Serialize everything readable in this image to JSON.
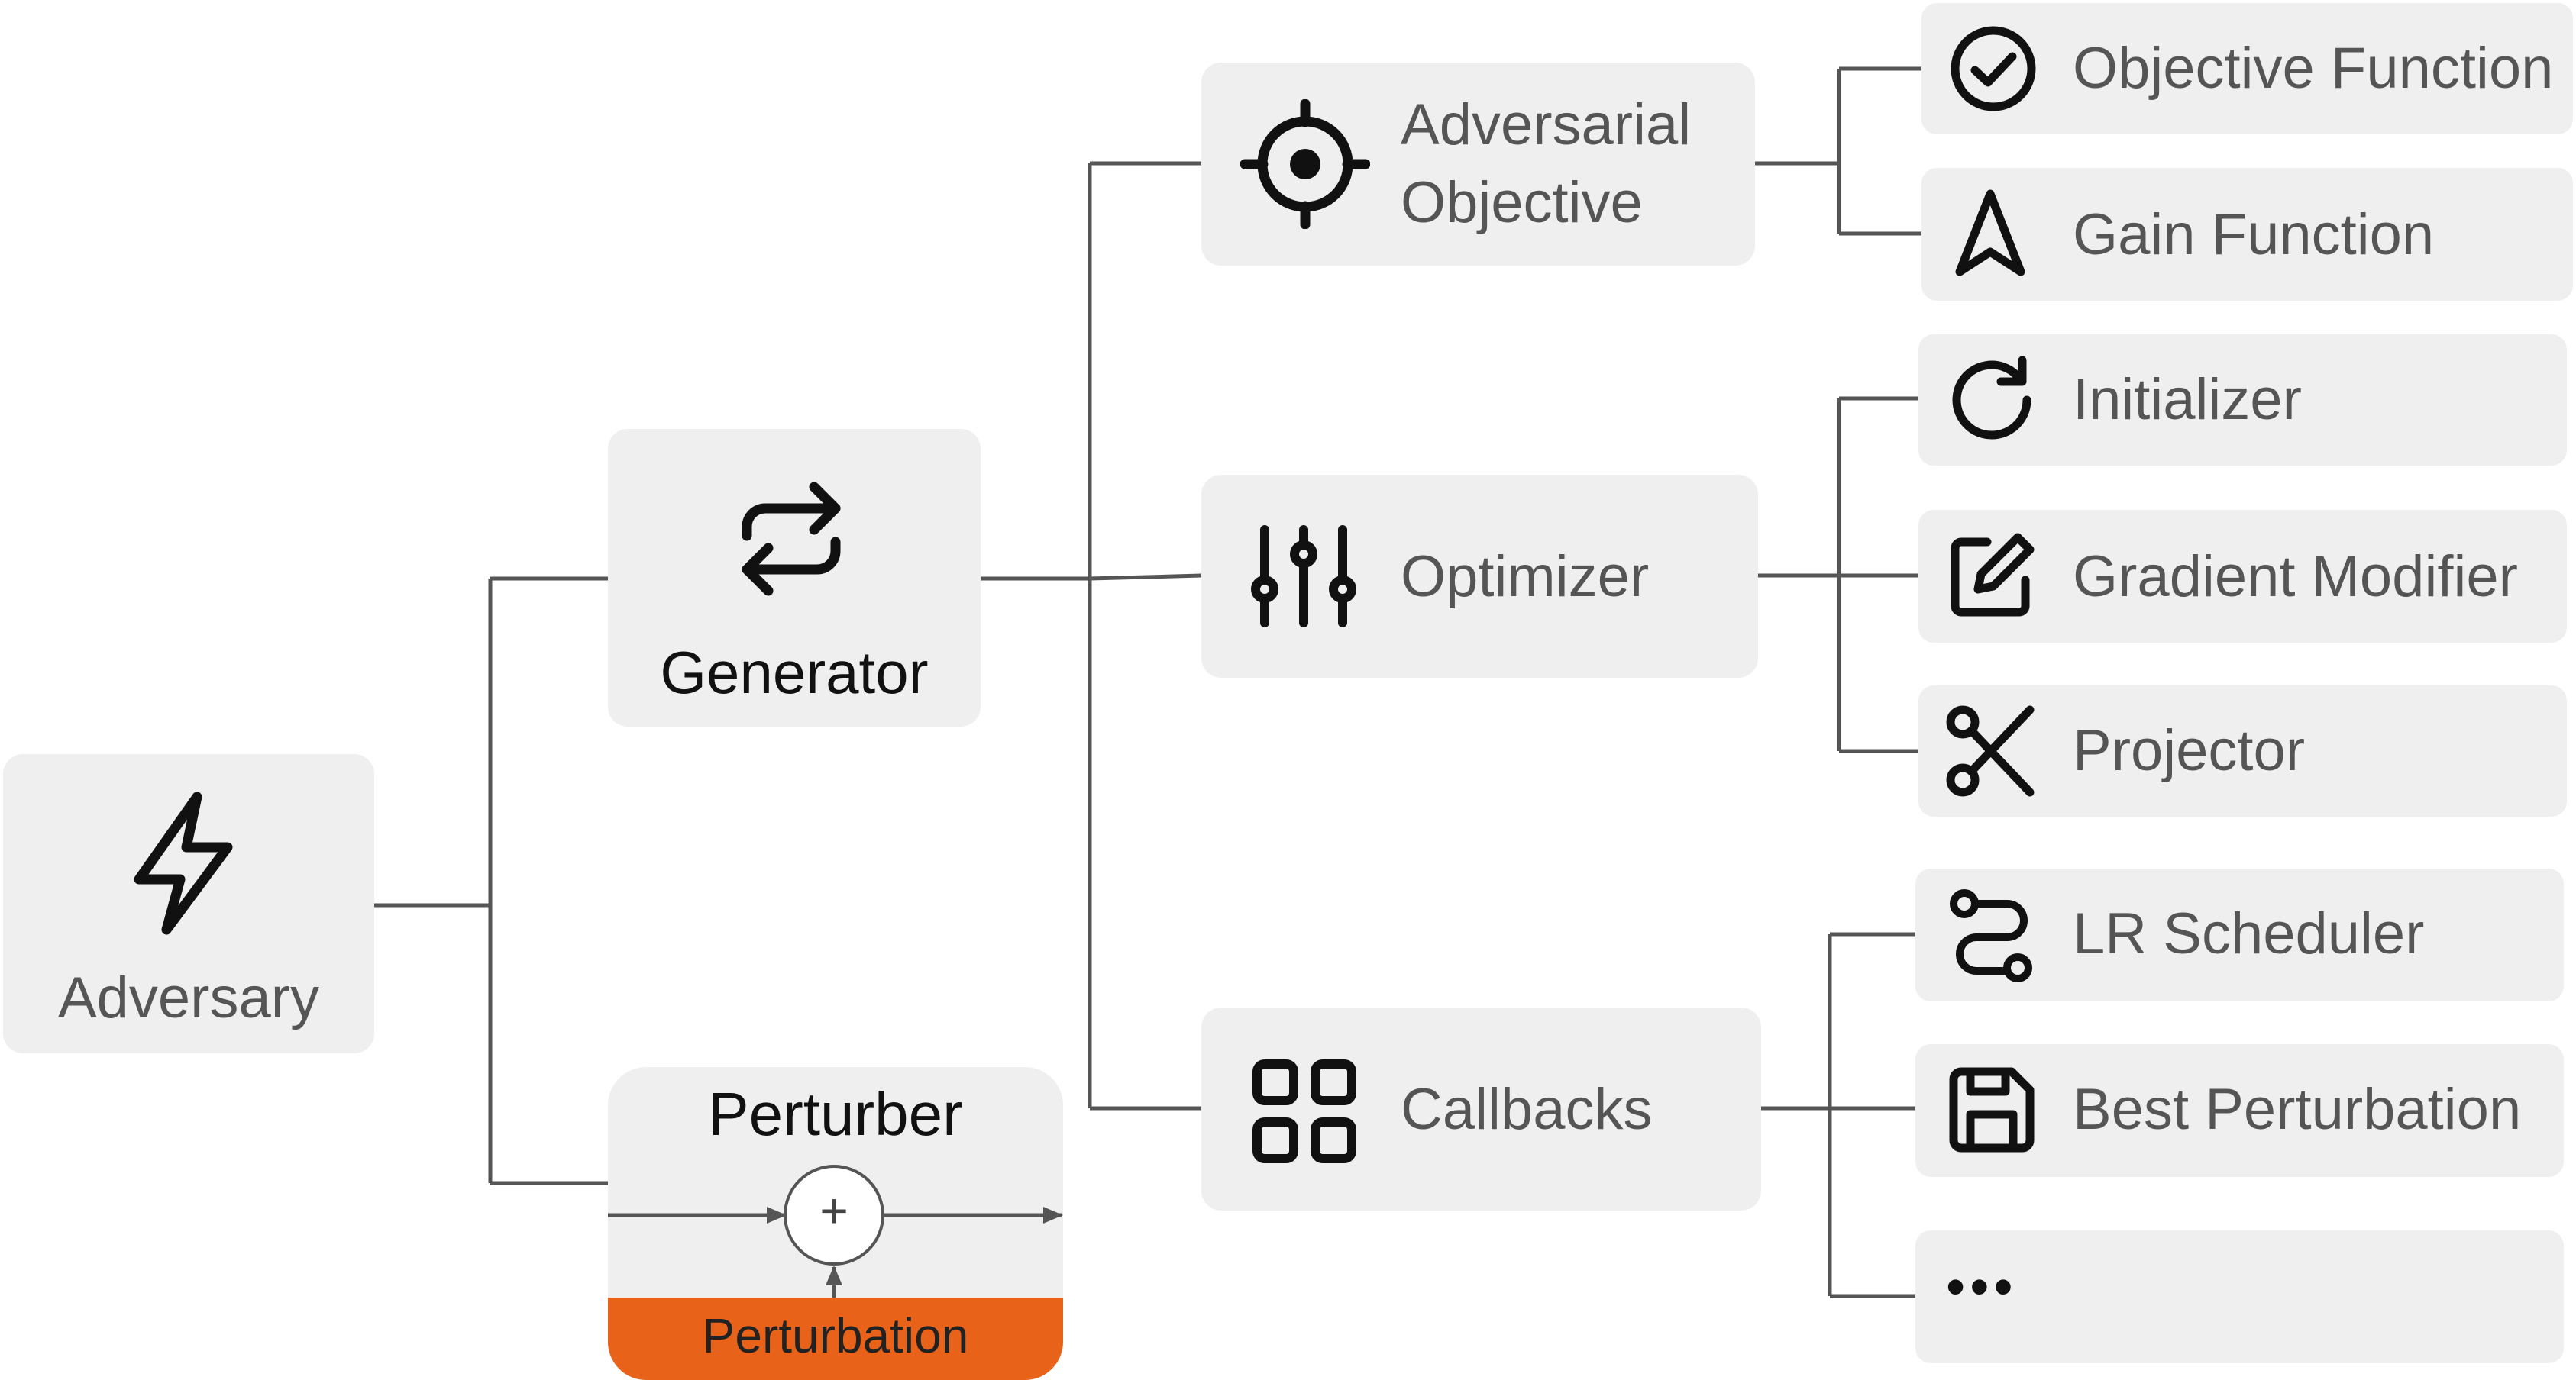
{
  "adversary": {
    "label": "Adversary",
    "icon": "bolt-icon"
  },
  "generator": {
    "label": "Generator",
    "icon": "refresh-cycle-icon"
  },
  "perturber": {
    "label": "Perturber",
    "operator": "+",
    "perturbation_label": "Perturbation",
    "perturbation_color": "#e8621a"
  },
  "branches": [
    {
      "label_line1": "Adversarial",
      "label_line2": "Objective",
      "icon": "target-crosshair-icon"
    },
    {
      "label": "Optimizer",
      "icon": "sliders-icon"
    },
    {
      "label": "Callbacks",
      "icon": "grid-four-icon"
    }
  ],
  "leaves": {
    "objective": [
      {
        "label": "Objective Function",
        "icon": "check-circle-icon"
      },
      {
        "label": "Gain Function",
        "icon": "navigation-arrow-icon"
      }
    ],
    "optimizer": [
      {
        "label": "Initializer",
        "icon": "rotate-cw-icon"
      },
      {
        "label": "Gradient Modifier",
        "icon": "edit-icon"
      },
      {
        "label": "Projector",
        "icon": "scissors-icon"
      }
    ],
    "callbacks": [
      {
        "label": "LR Scheduler",
        "icon": "route-icon"
      },
      {
        "label": "Best Perturbation",
        "icon": "save-icon"
      },
      {
        "label": "•••",
        "icon": "ellipsis-icon"
      }
    ]
  },
  "colors": {
    "box_fill": "#efefef",
    "connector": "#555555",
    "accent": "#e8621a"
  }
}
